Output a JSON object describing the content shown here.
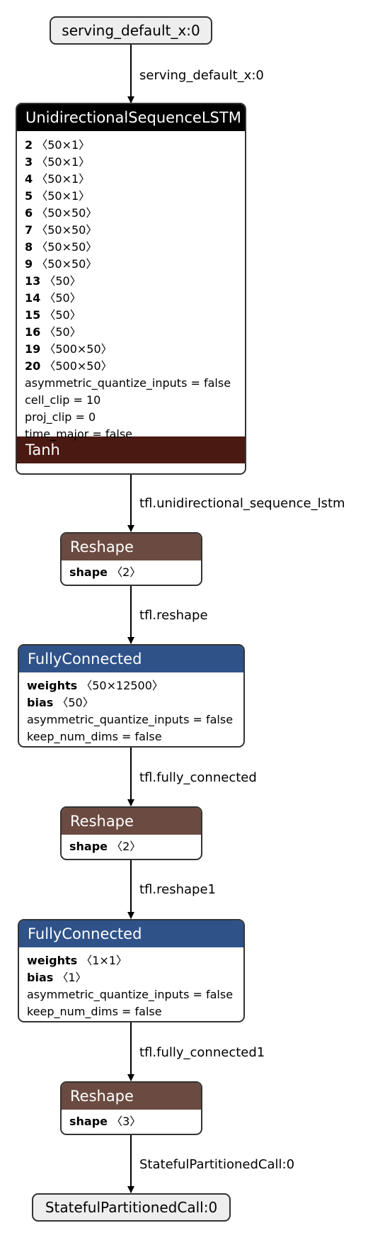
{
  "input_node": {
    "label": "serving_default_x:0"
  },
  "output_node": {
    "label": "StatefulPartitionedCall:0"
  },
  "edges": {
    "e0": "serving_default_x:0",
    "e1": "tfl.unidirectional_sequence_lstm",
    "e2": "tfl.reshape",
    "e3": "tfl.fully_connected",
    "e4": "tfl.reshape1",
    "e5": "tfl.fully_connected1",
    "e6": "StatefulPartitionedCall:0"
  },
  "lstm": {
    "title": "UnidirectionalSequenceLSTM",
    "inputs": [
      {
        "name": "2",
        "shape": "〈50×1〉"
      },
      {
        "name": "3",
        "shape": "〈50×1〉"
      },
      {
        "name": "4",
        "shape": "〈50×1〉"
      },
      {
        "name": "5",
        "shape": "〈50×1〉"
      },
      {
        "name": "6",
        "shape": "〈50×50〉"
      },
      {
        "name": "7",
        "shape": "〈50×50〉"
      },
      {
        "name": "8",
        "shape": "〈50×50〉"
      },
      {
        "name": "9",
        "shape": "〈50×50〉"
      },
      {
        "name": "13",
        "shape": "〈50〉"
      },
      {
        "name": "14",
        "shape": "〈50〉"
      },
      {
        "name": "15",
        "shape": "〈50〉"
      },
      {
        "name": "16",
        "shape": "〈50〉"
      },
      {
        "name": "19",
        "shape": "〈500×50〉"
      },
      {
        "name": "20",
        "shape": "〈500×50〉"
      }
    ],
    "attributes": [
      "asymmetric_quantize_inputs = false",
      "cell_clip = 10",
      "proj_clip = 0",
      "time_major = false"
    ],
    "activation": "Tanh"
  },
  "reshape1": {
    "title": "Reshape",
    "input_name": "shape",
    "input_shape": "〈2〉"
  },
  "fc1": {
    "title": "FullyConnected",
    "weights_name": "weights",
    "weights_shape": "〈50×12500〉",
    "bias_name": "bias",
    "bias_shape": "〈50〉",
    "attr1": "asymmetric_quantize_inputs = false",
    "attr2": "keep_num_dims = false"
  },
  "reshape2": {
    "title": "Reshape",
    "input_name": "shape",
    "input_shape": "〈2〉"
  },
  "fc2": {
    "title": "FullyConnected",
    "weights_name": "weights",
    "weights_shape": "〈1×1〉",
    "bias_name": "bias",
    "bias_shape": "〈1〉",
    "attr1": "asymmetric_quantize_inputs = false",
    "attr2": "keep_num_dims = false"
  },
  "reshape3": {
    "title": "Reshape",
    "input_name": "shape",
    "input_shape": "〈3〉"
  },
  "colors": {
    "lstm_header": "#000000",
    "lstm_activation": "#4a1912",
    "reshape_header": "#6b4b41",
    "fully_connected_header": "#2f5289",
    "io_fill": "#eeeeee"
  }
}
